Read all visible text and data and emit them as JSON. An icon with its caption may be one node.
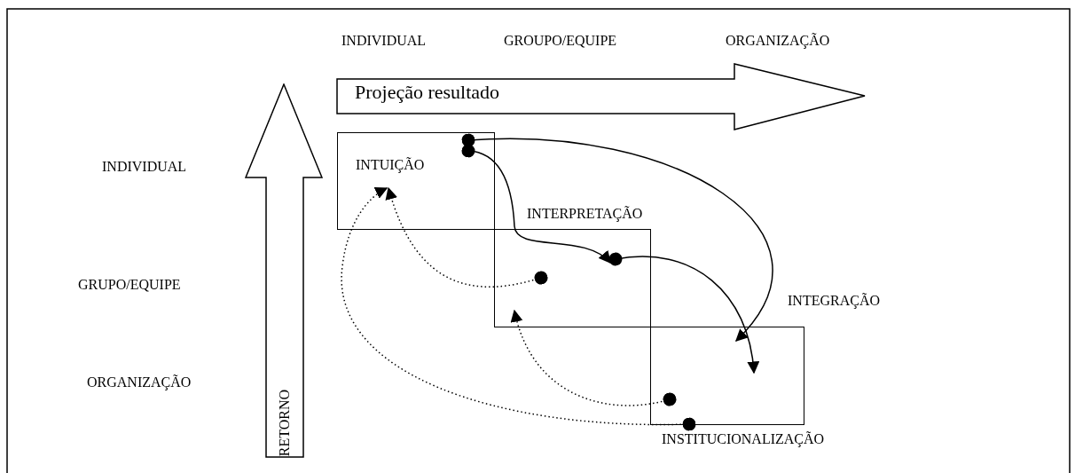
{
  "diagram": {
    "nodes": [
      {
        "text": [
          "Projeção resultado"
        ]
      },
      {
        "text": [
          "RETORNO"
        ]
      },
      {
        "text": [
          "INTUIÇÃO"
        ]
      },
      {
        "text": [
          "INTERPRETAÇÃO"
        ]
      },
      {
        "text": [
          "INTEGRAÇÃO",
          "INSTITUCIONALIZAÇÃO"
        ]
      }
    ],
    "edges": [
      {
        "from": 2,
        "to": 3,
        "arrow": "to"
      },
      {
        "from": 2,
        "to": 4,
        "arrow": "to"
      },
      {
        "from": 3,
        "to": 4,
        "arrow": "to"
      },
      {
        "from": 3,
        "to": 2,
        "arrow": "to",
        "style": "dashed"
      },
      {
        "from": 4,
        "to": 3,
        "arrow": "to",
        "style": "dashed"
      },
      {
        "from": 4,
        "to": 2,
        "arrow": "to",
        "style": "dashed"
      }
    ],
    "labels": [
      "INDIVIDUAL",
      "GROUPO/EQUIPE",
      "ORGANIZAÇÃO",
      "INDIVIDUAL",
      "GRUPO/EQUIPE",
      "ORGANIZAÇÃO"
    ]
  }
}
